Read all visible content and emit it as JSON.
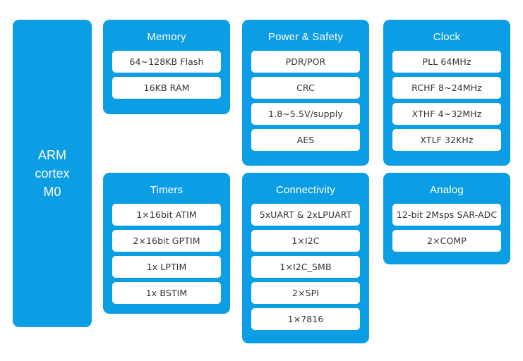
{
  "theme": {
    "block_fill": "#0c9ee4",
    "item_fill": "#ffffff",
    "item_text": "#333333",
    "title_text": "#ffffff",
    "page_background": "#ffffff"
  },
  "cpu": {
    "name": "cpu-core",
    "line1": "ARM",
    "line2": "cortex",
    "line3": "M0"
  },
  "blocks": [
    {
      "key": "memory",
      "title": "Memory",
      "items": [
        "64~128KB Flash",
        "16KB RAM"
      ]
    },
    {
      "key": "power_safety",
      "title": "Power  &  Safety",
      "items": [
        "PDR/POR",
        "CRC",
        "1.8~5.5V/supply",
        "AES"
      ]
    },
    {
      "key": "clock",
      "title": "Clock",
      "items": [
        "PLL 64MHz",
        "RCHF 8~24MHz",
        "XTHF 4~32MHz",
        "XTLF 32KHz"
      ]
    },
    {
      "key": "timers",
      "title": "Timers",
      "items": [
        "1×16bit ATIM",
        "2×16bit GPTIM",
        "1x LPTIM",
        "1x BSTIM"
      ]
    },
    {
      "key": "connectivity",
      "title": "Connectivity",
      "items": [
        "5xUART & 2xLPUART",
        "1×I2C",
        "1×I2C_SMB",
        "2×SPI",
        "1×7816"
      ]
    },
    {
      "key": "analog",
      "title": "Analog",
      "items": [
        "12-bit 2Msps SAR-ADC",
        "2×COMP"
      ]
    }
  ]
}
